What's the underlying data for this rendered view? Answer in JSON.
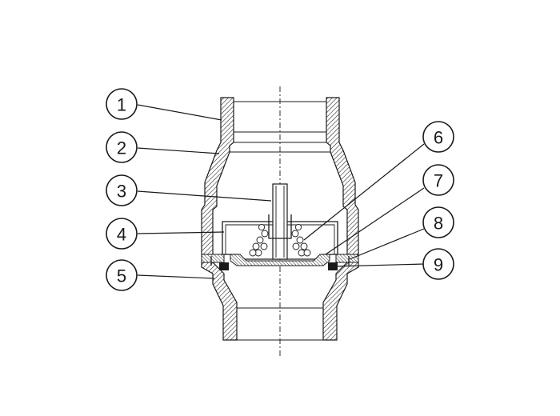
{
  "callouts": [
    {
      "id": "1",
      "label": "1"
    },
    {
      "id": "2",
      "label": "2"
    },
    {
      "id": "3",
      "label": "3"
    },
    {
      "id": "4",
      "label": "4"
    },
    {
      "id": "5",
      "label": "5"
    },
    {
      "id": "6",
      "label": "6"
    },
    {
      "id": "7",
      "label": "7"
    },
    {
      "id": "8",
      "label": "8"
    },
    {
      "id": "9",
      "label": "9"
    }
  ],
  "colors": {
    "line": "#1a1a1a",
    "background": "#ffffff"
  }
}
